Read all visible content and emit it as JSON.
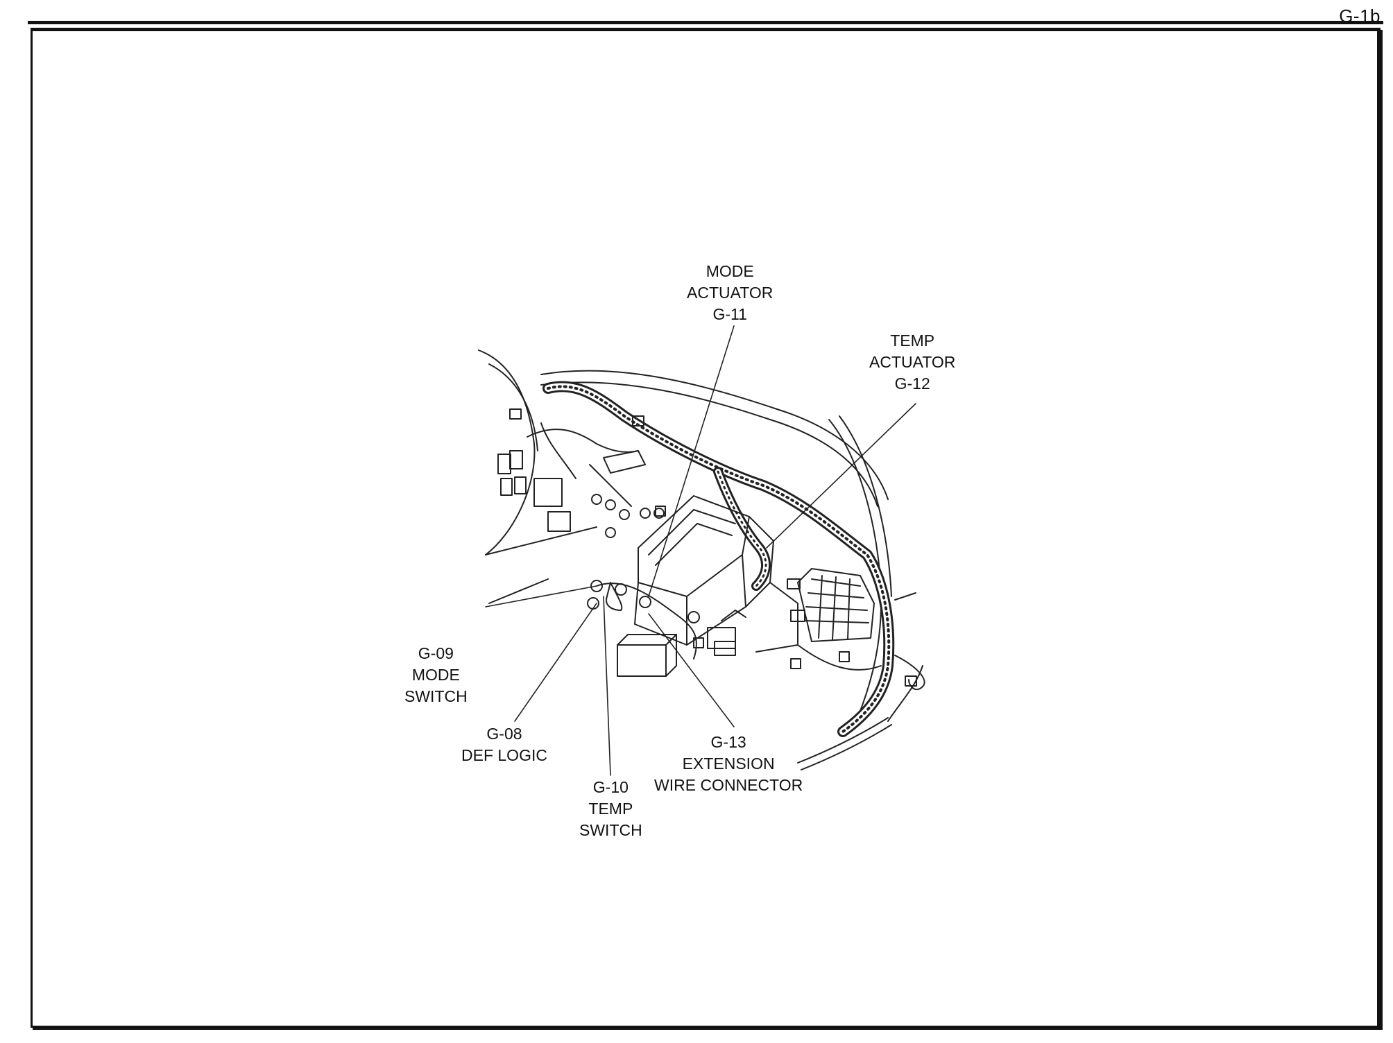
{
  "page": {
    "id": "G-1b"
  },
  "callouts": {
    "mode_actuator": {
      "l1": "MODE",
      "l2": "ACTUATOR",
      "l3": "G-11"
    },
    "temp_actuator": {
      "l1": "TEMP",
      "l2": "ACTUATOR",
      "l3": "G-12"
    },
    "mode_switch": {
      "l1": "G-09",
      "l2": "MODE",
      "l3": "SWITCH"
    },
    "def_logic": {
      "l1": "G-08",
      "l2": "DEF LOGIC"
    },
    "temp_switch": {
      "l1": "G-10",
      "l2": "TEMP",
      "l3": "SWITCH"
    },
    "extension": {
      "l1": "G-13",
      "l2": "EXTENSION",
      "l3": "WIRE CONNECTOR"
    }
  }
}
